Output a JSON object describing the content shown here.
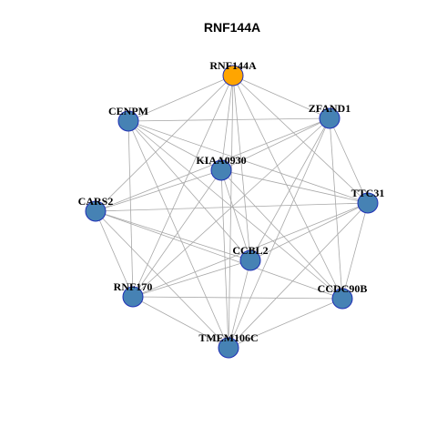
{
  "title": "RNF144A",
  "colors": {
    "hub": "#ffa500",
    "node": "#4682b4",
    "node_border": "#1f2fb5",
    "edge": "#a8a8a8"
  },
  "nodes": [
    {
      "id": "RNF144A",
      "label": "RNF144A",
      "hub": true
    },
    {
      "id": "ZFAND1",
      "label": "ZFAND1",
      "hub": false
    },
    {
      "id": "CENPM",
      "label": "CENPM",
      "hub": false
    },
    {
      "id": "KIAA0930",
      "label": "KIAA0930",
      "hub": false
    },
    {
      "id": "TTC31",
      "label": "TTC31",
      "hub": false
    },
    {
      "id": "CARS2",
      "label": "CARS2",
      "hub": false
    },
    {
      "id": "CCBL2",
      "label": "CCBL2",
      "hub": false
    },
    {
      "id": "RNF170",
      "label": "RNF170",
      "hub": false
    },
    {
      "id": "CCDC90B",
      "label": "CCDC90B",
      "hub": false
    },
    {
      "id": "TMEM106C",
      "label": "TMEM106C",
      "hub": false
    }
  ],
  "edges": [
    [
      "RNF144A",
      "ZFAND1"
    ],
    [
      "RNF144A",
      "CENPM"
    ],
    [
      "RNF144A",
      "KIAA0930"
    ],
    [
      "RNF144A",
      "TTC31"
    ],
    [
      "RNF144A",
      "CARS2"
    ],
    [
      "RNF144A",
      "CCBL2"
    ],
    [
      "RNF144A",
      "RNF170"
    ],
    [
      "RNF144A",
      "CCDC90B"
    ],
    [
      "RNF144A",
      "TMEM106C"
    ],
    [
      "ZFAND1",
      "CENPM"
    ],
    [
      "ZFAND1",
      "KIAA0930"
    ],
    [
      "ZFAND1",
      "TTC31"
    ],
    [
      "ZFAND1",
      "CARS2"
    ],
    [
      "ZFAND1",
      "CCBL2"
    ],
    [
      "ZFAND1",
      "RNF170"
    ],
    [
      "ZFAND1",
      "CCDC90B"
    ],
    [
      "ZFAND1",
      "TMEM106C"
    ],
    [
      "CENPM",
      "KIAA0930"
    ],
    [
      "CENPM",
      "TTC31"
    ],
    [
      "CENPM",
      "CCBL2"
    ],
    [
      "CENPM",
      "RNF170"
    ],
    [
      "CENPM",
      "CCDC90B"
    ],
    [
      "CENPM",
      "TMEM106C"
    ],
    [
      "KIAA0930",
      "CARS2"
    ],
    [
      "KIAA0930",
      "TTC31"
    ],
    [
      "KIAA0930",
      "CCBL2"
    ],
    [
      "KIAA0930",
      "RNF170"
    ],
    [
      "KIAA0930",
      "CCDC90B"
    ],
    [
      "KIAA0930",
      "TMEM106C"
    ],
    [
      "TTC31",
      "CARS2"
    ],
    [
      "TTC31",
      "CCBL2"
    ],
    [
      "TTC31",
      "RNF170"
    ],
    [
      "TTC31",
      "CCDC90B"
    ],
    [
      "TTC31",
      "TMEM106C"
    ],
    [
      "CARS2",
      "CCBL2"
    ],
    [
      "CARS2",
      "RNF170"
    ],
    [
      "CARS2",
      "CCDC90B"
    ],
    [
      "CARS2",
      "TMEM106C"
    ],
    [
      "CCBL2",
      "RNF170"
    ],
    [
      "CCBL2",
      "TMEM106C"
    ],
    [
      "RNF170",
      "CCDC90B"
    ],
    [
      "RNF170",
      "TMEM106C"
    ],
    [
      "CCDC90B",
      "TMEM106C"
    ]
  ]
}
